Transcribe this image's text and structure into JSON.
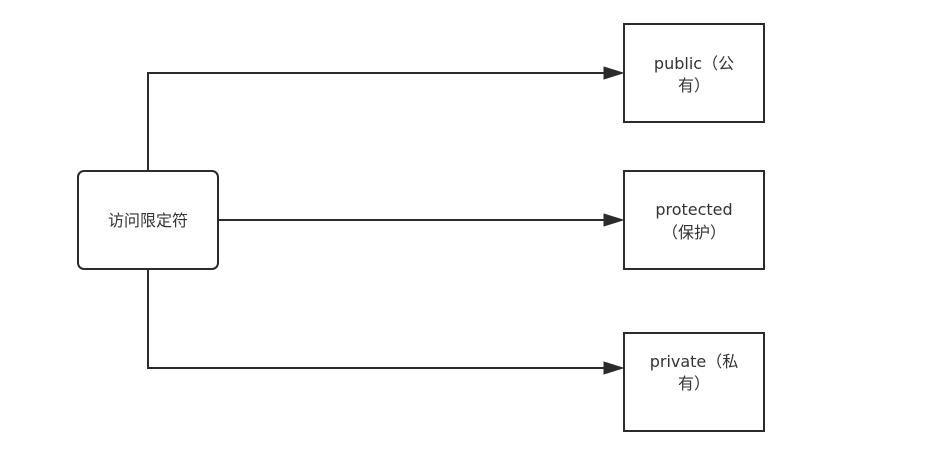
{
  "diagram": {
    "root": {
      "label": "访问限定符"
    },
    "children": [
      {
        "line1": "public（公",
        "line2": "有）"
      },
      {
        "line1": "protected",
        "line2": "（保护）"
      },
      {
        "line1": "private（私",
        "line2": "有）"
      }
    ]
  },
  "colors": {
    "stroke": "#2b2b2b",
    "text": "#333333",
    "background": "#ffffff"
  }
}
